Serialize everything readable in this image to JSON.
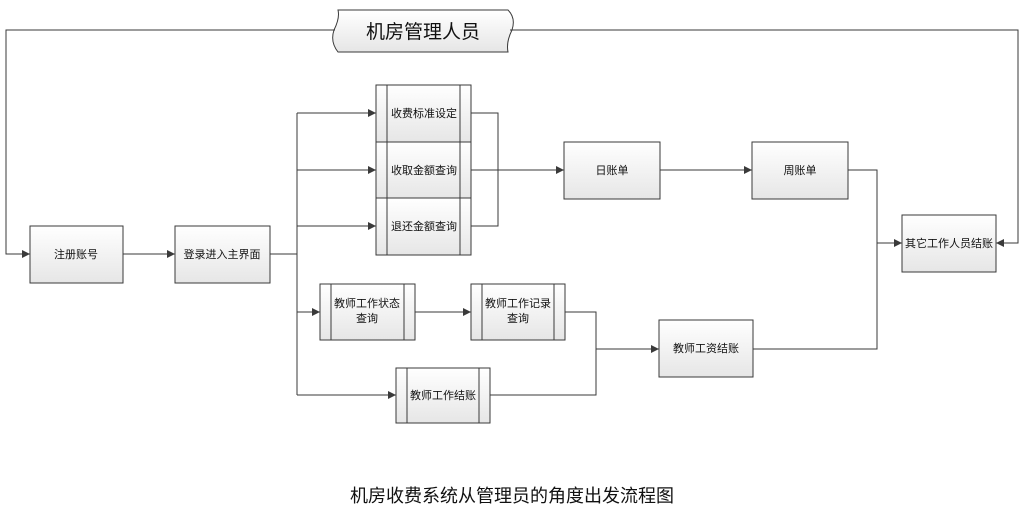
{
  "diagram": {
    "banner": "机房管理人员",
    "caption": "机房收费系统从管理员的角度出发流程图",
    "nodes": {
      "register": "注册账号",
      "login": [
        "登录进入主界面"
      ],
      "fee_standard": "收费标准设定",
      "charge_query": "收取金额查询",
      "refund_query": "退还金额查询",
      "daily_bill": "日账单",
      "weekly_bill": "周账单",
      "other_staff_settle": "其它工作人员结账",
      "teacher_status": [
        "教师工作状态",
        "查询"
      ],
      "teacher_record": [
        "教师工作记录",
        "查询"
      ],
      "teacher_work_settle": "教师工作结账",
      "teacher_salary_settle": "教师工资结账"
    }
  }
}
